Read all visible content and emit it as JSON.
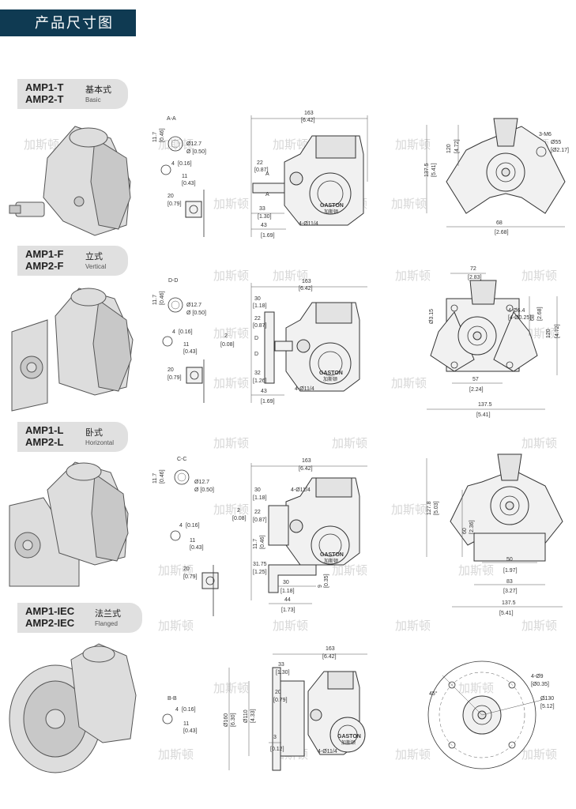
{
  "header": {
    "title": "产品尺寸图"
  },
  "watermark": "加斯顿",
  "rows": [
    {
      "models": [
        "AMP1-T",
        "AMP2-T"
      ],
      "type_cn": "基本式",
      "type_en": "Basic",
      "section": [
        "A-A"
      ],
      "section_dims": [
        "Ø12.7",
        "Ø [0.50]",
        "11",
        "[0.43]",
        "4",
        "[0.16]",
        "20",
        "[0.79]",
        "11.7",
        "[0.46]"
      ],
      "front_dims": [
        "163",
        "[6.42]",
        "22",
        "[0.87]",
        "A",
        "A",
        "33",
        "[1.30]",
        "43",
        "[1.69]",
        "4-Ø11/4"
      ],
      "brand": "GASTON",
      "brand_cn": "加斯顿",
      "side_dims": [
        "3-M6",
        "Ø55",
        "[Ø2.17]",
        "68",
        "[2.68]",
        "120",
        "[4.72]",
        "137.5",
        "[5.41]"
      ]
    },
    {
      "models": [
        "AMP1-F",
        "AMP2-F"
      ],
      "type_cn": "立式",
      "type_en": "Vertical",
      "section": [
        "D-D"
      ],
      "section_dims": [
        "Ø12.7",
        "Ø [0.50]",
        "11",
        "[0.43]",
        "4",
        "[0.16]",
        "20",
        "[0.79]",
        "11.7",
        "[0.46]"
      ],
      "front_dims": [
        "163",
        "[6.42]",
        "30",
        "[1.18]",
        "22",
        "[0.87]",
        "2",
        "[0.08]",
        "D",
        "D",
        "32",
        "[1.26]",
        "43",
        "[1.69]",
        "4-Ø11/4"
      ],
      "brand": "GASTON",
      "brand_cn": "加斯顿",
      "side_dims": [
        "72",
        "[2.83]",
        "4-Ø6.4",
        "[4-Ø0.25]",
        "Ø3.15",
        "68",
        "[2.68]",
        "120",
        "[4.72]",
        "57",
        "[2.24]",
        "137.5",
        "[5.41]"
      ]
    },
    {
      "models": [
        "AMP1-L",
        "AMP2-L"
      ],
      "type_cn": "卧式",
      "type_en": "Horizontal",
      "section": [
        "C-C"
      ],
      "section_dims": [
        "Ø12.7",
        "Ø [0.50]",
        "11",
        "[0.43]",
        "4",
        "[0.16]",
        "20",
        "[0.79]",
        "11.7",
        "[0.46]"
      ],
      "front_dims": [
        "163",
        "[6.42]",
        "30",
        "[1.18]",
        "22",
        "[0.87]",
        "2",
        "[0.08]",
        "11.7",
        "[0.46]",
        "4-Ø11/4",
        "31.75",
        "[1.25]",
        "30",
        "[1.18]",
        "44",
        "[1.73]",
        "9",
        "[0.35]"
      ],
      "brand": "GASTON",
      "brand_cn": "加斯顿",
      "side_dims": [
        "127.8",
        "[5.03]",
        "60",
        "[2.36]",
        "50",
        "[1.97]",
        "83",
        "[3.27]",
        "137.5",
        "[5.41]"
      ]
    },
    {
      "models": [
        "AMP1-IEC",
        "AMP2-IEC"
      ],
      "type_cn": "法兰式",
      "type_en": "Flanged",
      "section": [
        "B-B"
      ],
      "section_dims": [
        "4",
        "[0.16]",
        "11",
        "[0.43]"
      ],
      "front_dims": [
        "163",
        "[6.42]",
        "33",
        "[1.30]",
        "20",
        "[0.79]",
        "Ø160",
        "[6.30]",
        "Ø110",
        "[4.33]",
        "3",
        "[0.12]",
        "4-Ø11/4"
      ],
      "brand": "GASTON",
      "brand_cn": "加斯顿",
      "side_dims": [
        "45°",
        "4-Ø9",
        "[Ø0.35]",
        "Ø130",
        "[5.12]"
      ]
    }
  ]
}
